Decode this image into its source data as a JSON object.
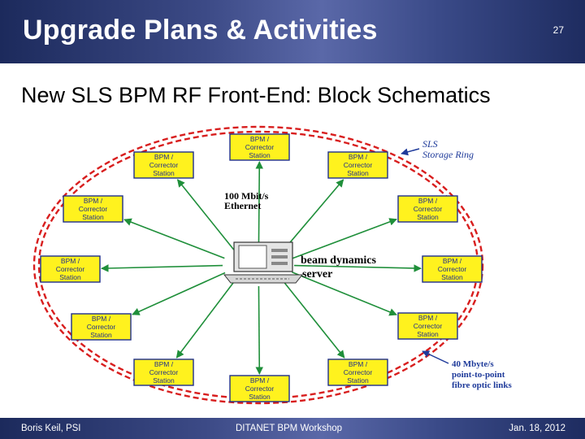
{
  "header": {
    "title": "Upgrade Plans & Activities",
    "page_number": "27"
  },
  "subtitle": "New SLS BPM RF Front-End: Block Schematics",
  "diagram": {
    "station_line1": "BPM /",
    "station_line2": "Corrector",
    "station_line3": "Station",
    "ring_label_line1": "SLS",
    "ring_label_line2": "Storage Ring",
    "ethernet_line1": "100 Mbit/s",
    "ethernet_line2": "Ethernet",
    "server_line1": "beam dynamics",
    "server_line2": "server",
    "fibre_line1": "40 Mbyte/s",
    "fibre_line2": "point-to-point",
    "fibre_line3": "fibre optic links",
    "colors": {
      "ring": "#d81e1e",
      "arrow": "#1f8f3a",
      "station_fill": "#fff21e",
      "station_border": "#1e2f8a",
      "note_text": "#1e3a9a"
    }
  },
  "footer": {
    "left": "Boris Keil, PSI",
    "center": "DITANET BPM Workshop",
    "right": "Jan. 18, 2012"
  }
}
